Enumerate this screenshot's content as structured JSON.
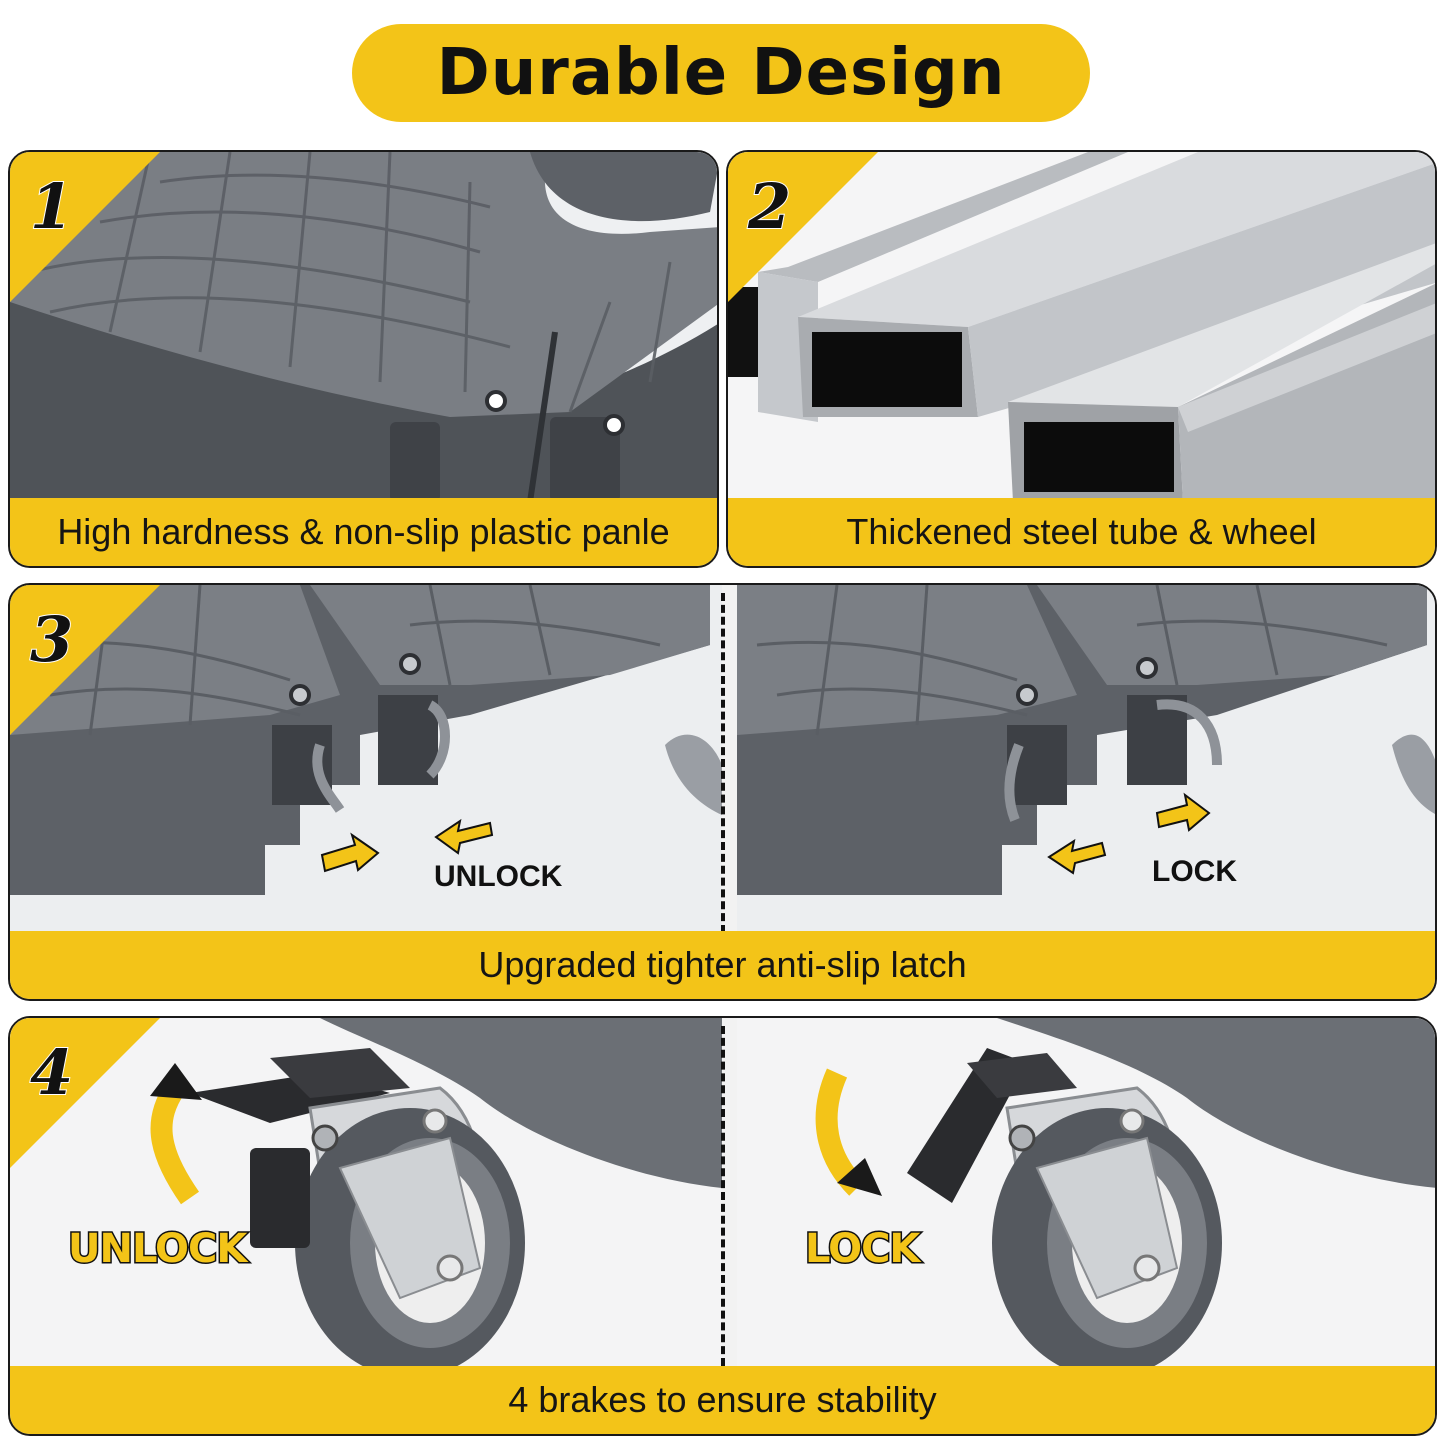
{
  "title": "Durable Design",
  "panels": [
    {
      "number": "1",
      "caption": "High hardness & non-slip plastic panle"
    },
    {
      "number": "2",
      "caption": "Thickened steel tube & wheel"
    },
    {
      "number": "3",
      "caption": "Upgraded tighter anti-slip latch",
      "left_label": "UNLOCK",
      "right_label": "LOCK"
    },
    {
      "number": "4",
      "caption": "4 brakes to ensure stability",
      "left_label": "UNLOCK",
      "right_label": "LOCK"
    }
  ],
  "colors": {
    "accent": "#F3C418",
    "plastic": "#6b6f75",
    "steel": "#c9ccd0",
    "outline": "#111111"
  }
}
